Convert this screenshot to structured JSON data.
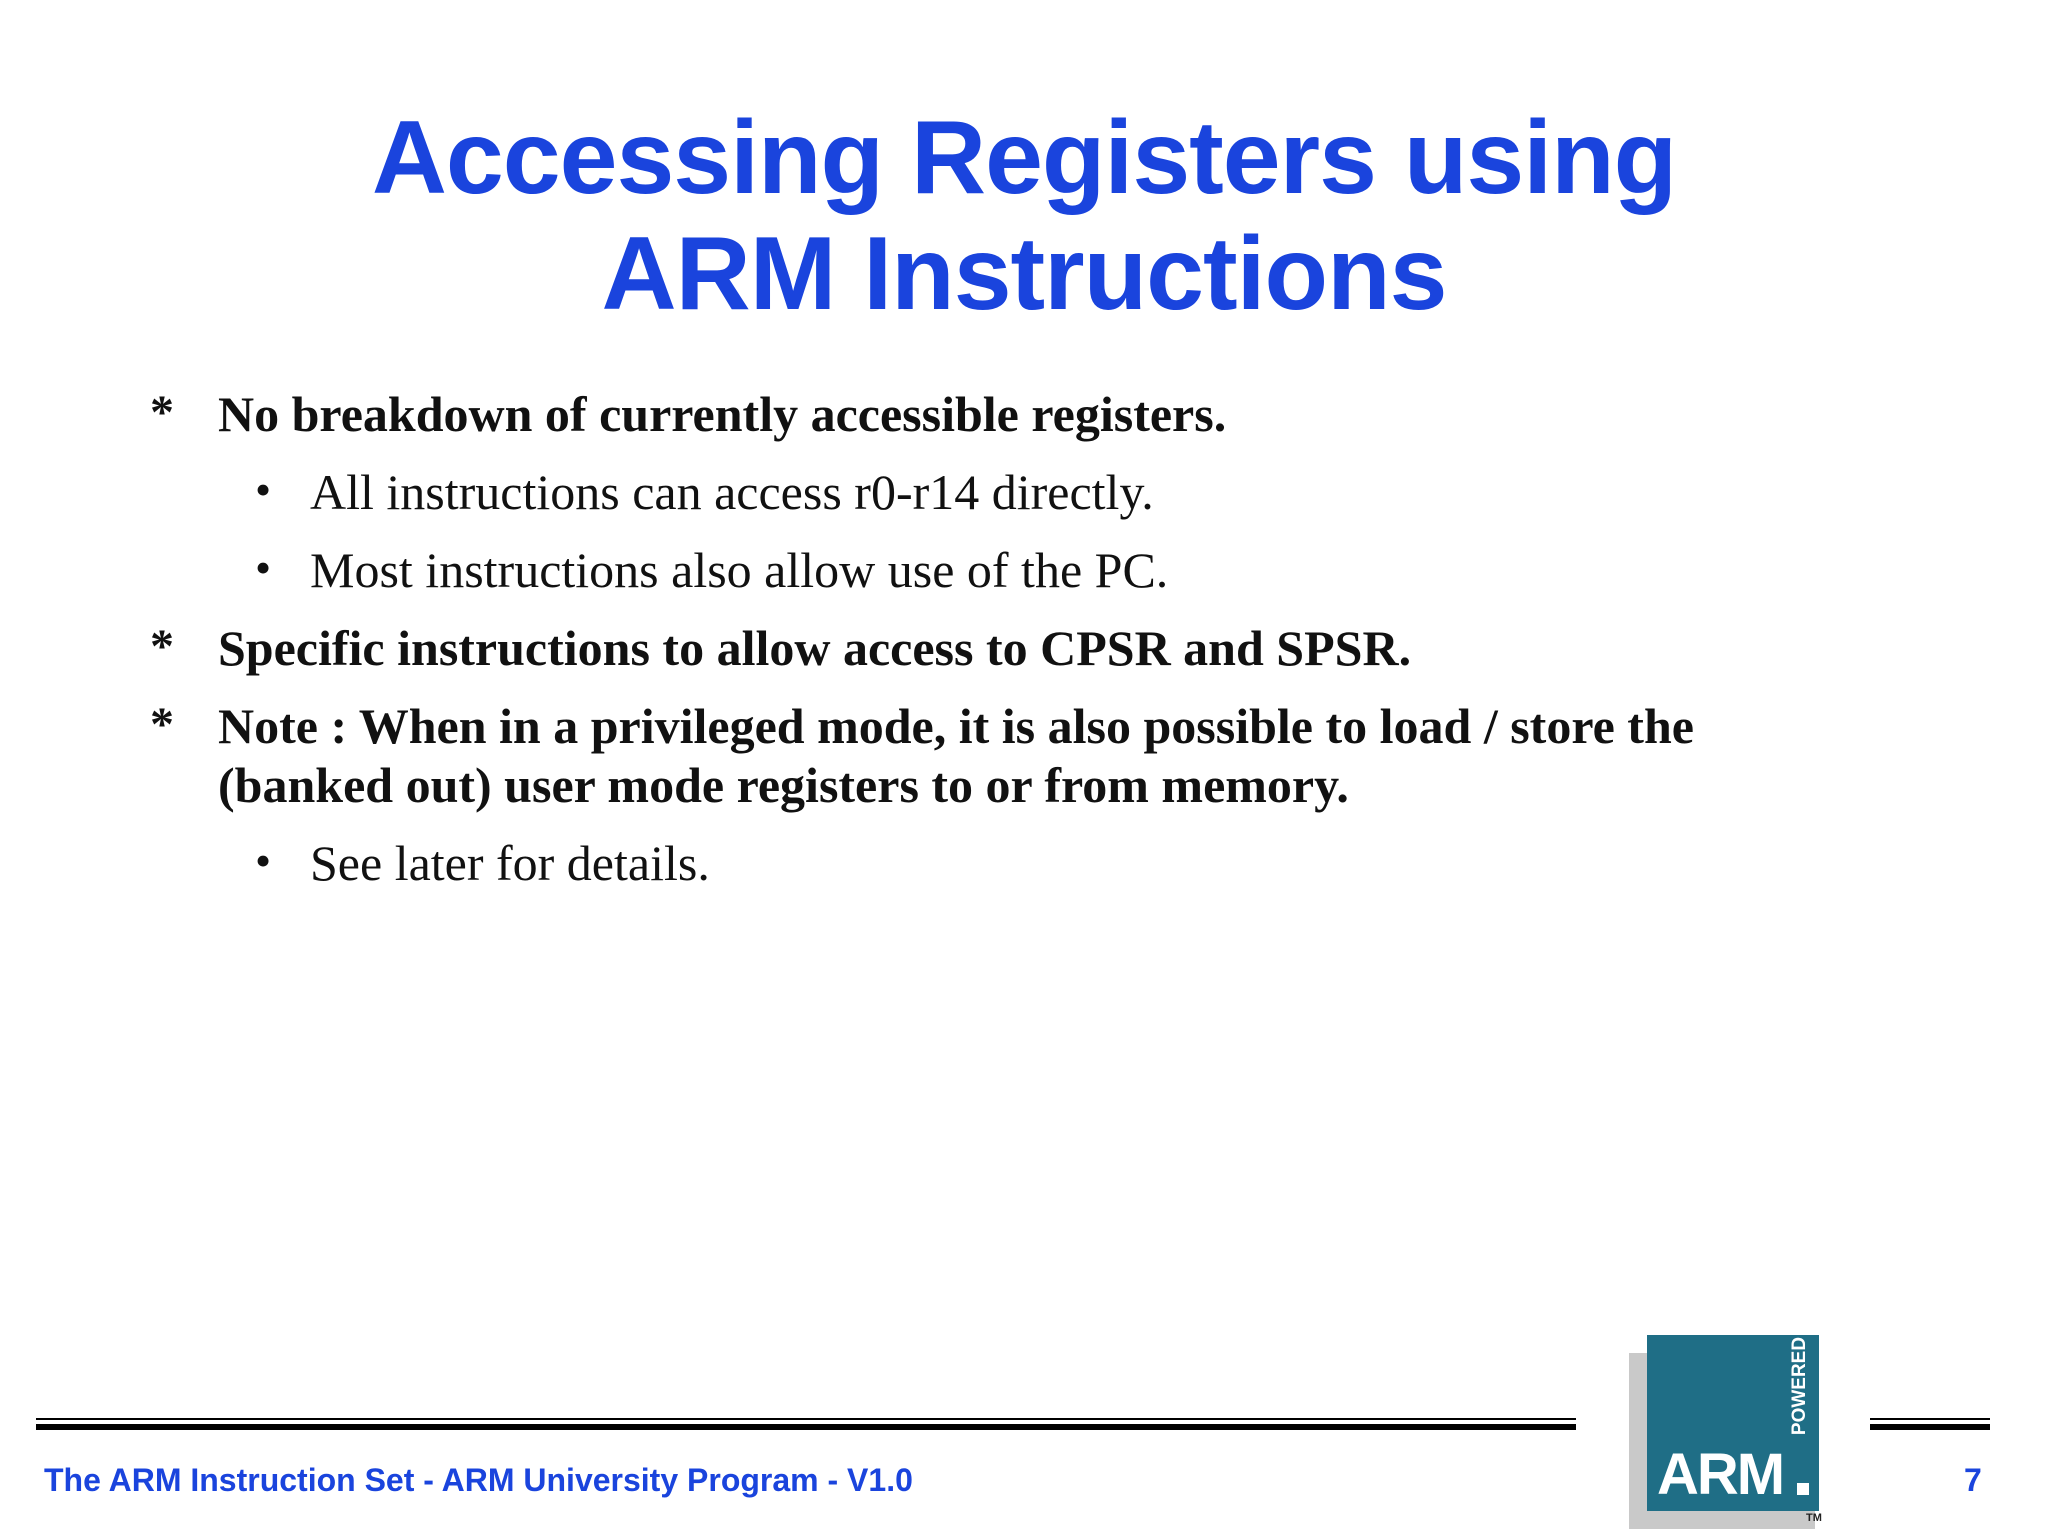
{
  "title": {
    "line1": "Accessing Registers using",
    "line2": "ARM Instructions"
  },
  "bullets": [
    {
      "marker": "*",
      "text": "No breakdown of currently accessible registers.",
      "sub": [
        {
          "marker": "•",
          "text": "All instructions can access r0-r14 directly."
        },
        {
          "marker": "•",
          "text": "Most instructions also allow use of the PC."
        }
      ]
    },
    {
      "marker": "*",
      "text": "Specific instructions to allow access to CPSR and SPSR."
    },
    {
      "marker": "*",
      "text_line1": "Note : When in a privileged mode, it is also possible to load / store the",
      "text_line2": "(banked out) user mode registers to or from memory.",
      "sub": [
        {
          "marker": "•",
          "text": "See later for details."
        }
      ]
    }
  ],
  "footer": {
    "left": "The ARM Instruction Set - ARM University Program - V1.0",
    "page_number": "7"
  },
  "logo": {
    "word": "ARM",
    "powered": "POWERED",
    "tm": "TM"
  },
  "colors": {
    "title_blue": "#1a44dd",
    "logo_teal": "#1f6e86"
  }
}
